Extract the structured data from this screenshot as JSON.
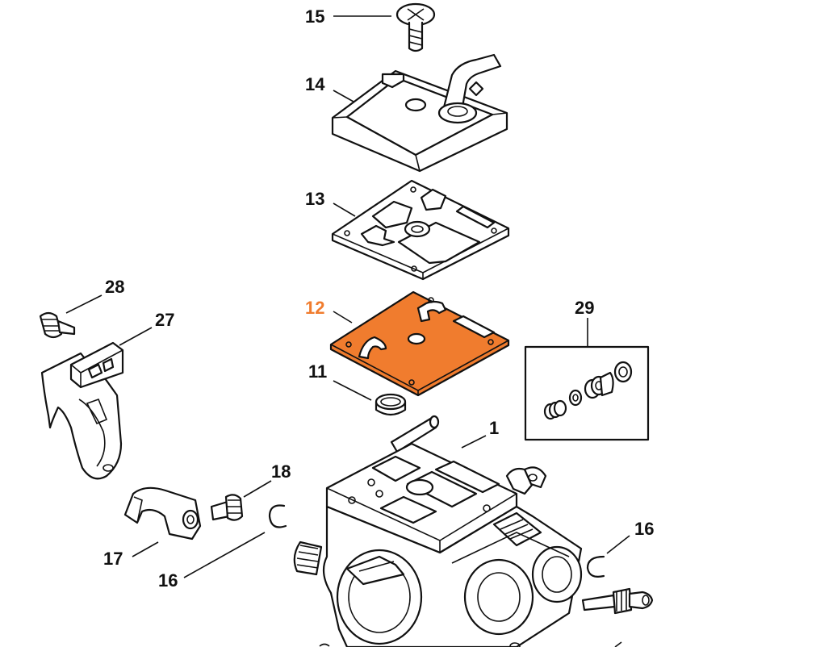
{
  "diagram": {
    "highlight_color": "#f07c2e",
    "highlighted_part": "12",
    "callouts": [
      {
        "id": "c15",
        "label": "15"
      },
      {
        "id": "c14",
        "label": "14"
      },
      {
        "id": "c13",
        "label": "13"
      },
      {
        "id": "c12",
        "label": "12"
      },
      {
        "id": "c11",
        "label": "11"
      },
      {
        "id": "c28",
        "label": "28"
      },
      {
        "id": "c27",
        "label": "27"
      },
      {
        "id": "c29",
        "label": "29"
      },
      {
        "id": "c1",
        "label": "1"
      },
      {
        "id": "c18",
        "label": "18"
      },
      {
        "id": "c17",
        "label": "17"
      },
      {
        "id": "c16a",
        "label": "16"
      },
      {
        "id": "c16b",
        "label": "16"
      }
    ]
  }
}
